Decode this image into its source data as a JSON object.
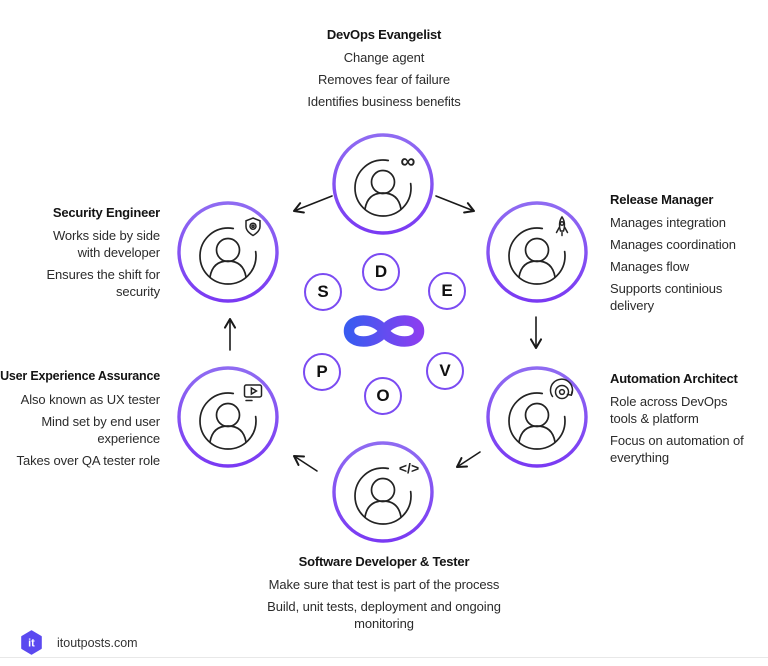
{
  "colors": {
    "text": "#2b2b2b",
    "title_text": "#141414",
    "ring_gradient_start": "#8f6bf2",
    "ring_gradient_end": "#7a3af3",
    "letter_ring": "#7b4bf2",
    "infinity_gradient_start": "#3a5bf0",
    "infinity_gradient_end": "#8a3ff0",
    "icon_stroke": "#232323",
    "arrow": "#1a1a1a",
    "logo_purple": "#5b49f0"
  },
  "roles": {
    "devops_evangelist": {
      "title": "DevOps Evangelist",
      "lines": [
        "Change agent",
        "Removes fear of failure",
        "Identifies business benefits"
      ]
    },
    "release_manager": {
      "title": "Release Manager",
      "lines": [
        "Manages integration",
        "Manages coordination",
        "Manages flow",
        "Supports continious delivery"
      ]
    },
    "automation_architect": {
      "title": "Automation Architect",
      "lines": [
        "Role across DevOps tools & platform",
        "Focus on automation of everything"
      ]
    },
    "software_developer": {
      "title": "Software Developer & Tester",
      "lines": [
        "Make sure that test is part of the process",
        "Build, unit tests, deployment and ongoing monitoring"
      ]
    },
    "ux_assurance": {
      "title": "User Experience Assurance",
      "lines": [
        "Also known as UX tester",
        "Mind set by end user experience",
        "Takes over QA tester role"
      ]
    },
    "security_engineer": {
      "title": "Security Engineer",
      "lines": [
        "Works side by side with developer",
        "Ensures the shift for security"
      ]
    }
  },
  "letters": {
    "d": "D",
    "e": "E",
    "v": "V",
    "o": "O",
    "p": "P",
    "s": "S"
  },
  "icons": {
    "evangelist_badge": "∞",
    "developer_badge": "</>"
  },
  "footer": {
    "site": "itoutposts.com",
    "logo_text": "it"
  }
}
